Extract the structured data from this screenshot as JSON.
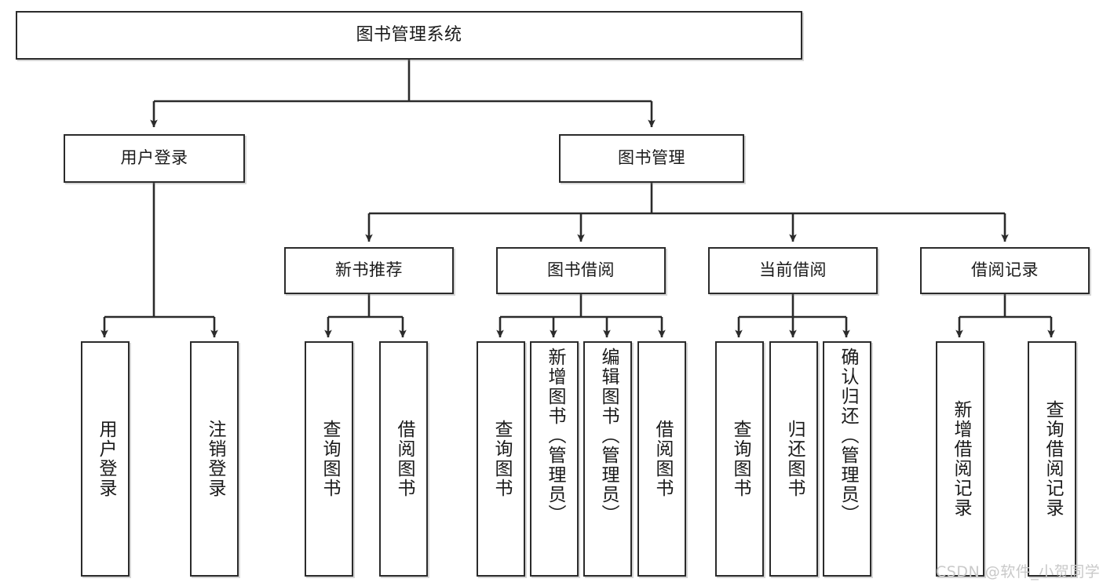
{
  "diagram": {
    "type": "tree-hierarchy",
    "title": "图书管理系统",
    "watermark": "CSDN @软件_小贺同学",
    "style": {
      "box_border_color": "#2b2b2b",
      "box_fill_color": "#ffffff",
      "edge_color": "#2b2b2b",
      "text_color": "#1a1a1a",
      "watermark_color": "#c9c9c9",
      "background": "#ffffff"
    },
    "levels": {
      "level0": [
        "图书管理系统"
      ],
      "level1": [
        "用户登录",
        "图书管理"
      ],
      "level2": [
        "新书推荐",
        "图书借阅",
        "当前借阅",
        "借阅记录"
      ],
      "level3": [
        "用户登录",
        "注销登录",
        "查询图书",
        "借阅图书",
        "查询图书",
        "新增图书（管理员）",
        "编辑图书（管理员）",
        "借阅图书",
        "查询图书",
        "归还图书",
        "确认归还（管理员）",
        "新增借阅记录",
        "查询借阅记录"
      ]
    },
    "nodes": {
      "root": {
        "label": "图书管理系统"
      },
      "user_login": {
        "label": "用户登录"
      },
      "book_mgmt": {
        "label": "图书管理"
      },
      "new_book_rec": {
        "label": "新书推荐"
      },
      "book_borrow": {
        "label": "图书借阅"
      },
      "current_borrow": {
        "label": "当前借阅"
      },
      "borrow_record": {
        "label": "借阅记录"
      },
      "leaf_user_login": {
        "label": "用户登录"
      },
      "leaf_logout": {
        "label": "注销登录"
      },
      "leaf_query_book_1": {
        "label": "查询图书"
      },
      "leaf_borrow_book_1": {
        "label": "借阅图书"
      },
      "leaf_query_book_2": {
        "label": "查询图书"
      },
      "leaf_add_book": {
        "label": "新增图书（管理员）"
      },
      "leaf_edit_book": {
        "label": "编辑图书（管理员）"
      },
      "leaf_borrow_book_2": {
        "label": "借阅图书"
      },
      "leaf_query_book_3": {
        "label": "查询图书"
      },
      "leaf_return_book": {
        "label": "归还图书"
      },
      "leaf_confirm_return": {
        "label": "确认归还（管理员）"
      },
      "leaf_add_record": {
        "label": "新增借阅记录"
      },
      "leaf_query_record": {
        "label": "查询借阅记录"
      }
    },
    "edges": [
      {
        "from": "root",
        "to": "user_login"
      },
      {
        "from": "root",
        "to": "book_mgmt"
      },
      {
        "from": "user_login",
        "to": "leaf_user_login"
      },
      {
        "from": "user_login",
        "to": "leaf_logout"
      },
      {
        "from": "book_mgmt",
        "to": "new_book_rec"
      },
      {
        "from": "book_mgmt",
        "to": "book_borrow"
      },
      {
        "from": "book_mgmt",
        "to": "current_borrow"
      },
      {
        "from": "book_mgmt",
        "to": "borrow_record"
      },
      {
        "from": "new_book_rec",
        "to": "leaf_query_book_1"
      },
      {
        "from": "new_book_rec",
        "to": "leaf_borrow_book_1"
      },
      {
        "from": "book_borrow",
        "to": "leaf_query_book_2"
      },
      {
        "from": "book_borrow",
        "to": "leaf_add_book"
      },
      {
        "from": "book_borrow",
        "to": "leaf_edit_book"
      },
      {
        "from": "book_borrow",
        "to": "leaf_borrow_book_2"
      },
      {
        "from": "current_borrow",
        "to": "leaf_query_book_3"
      },
      {
        "from": "current_borrow",
        "to": "leaf_return_book"
      },
      {
        "from": "current_borrow",
        "to": "leaf_confirm_return"
      },
      {
        "from": "borrow_record",
        "to": "leaf_add_record"
      },
      {
        "from": "borrow_record",
        "to": "leaf_query_record"
      }
    ]
  }
}
